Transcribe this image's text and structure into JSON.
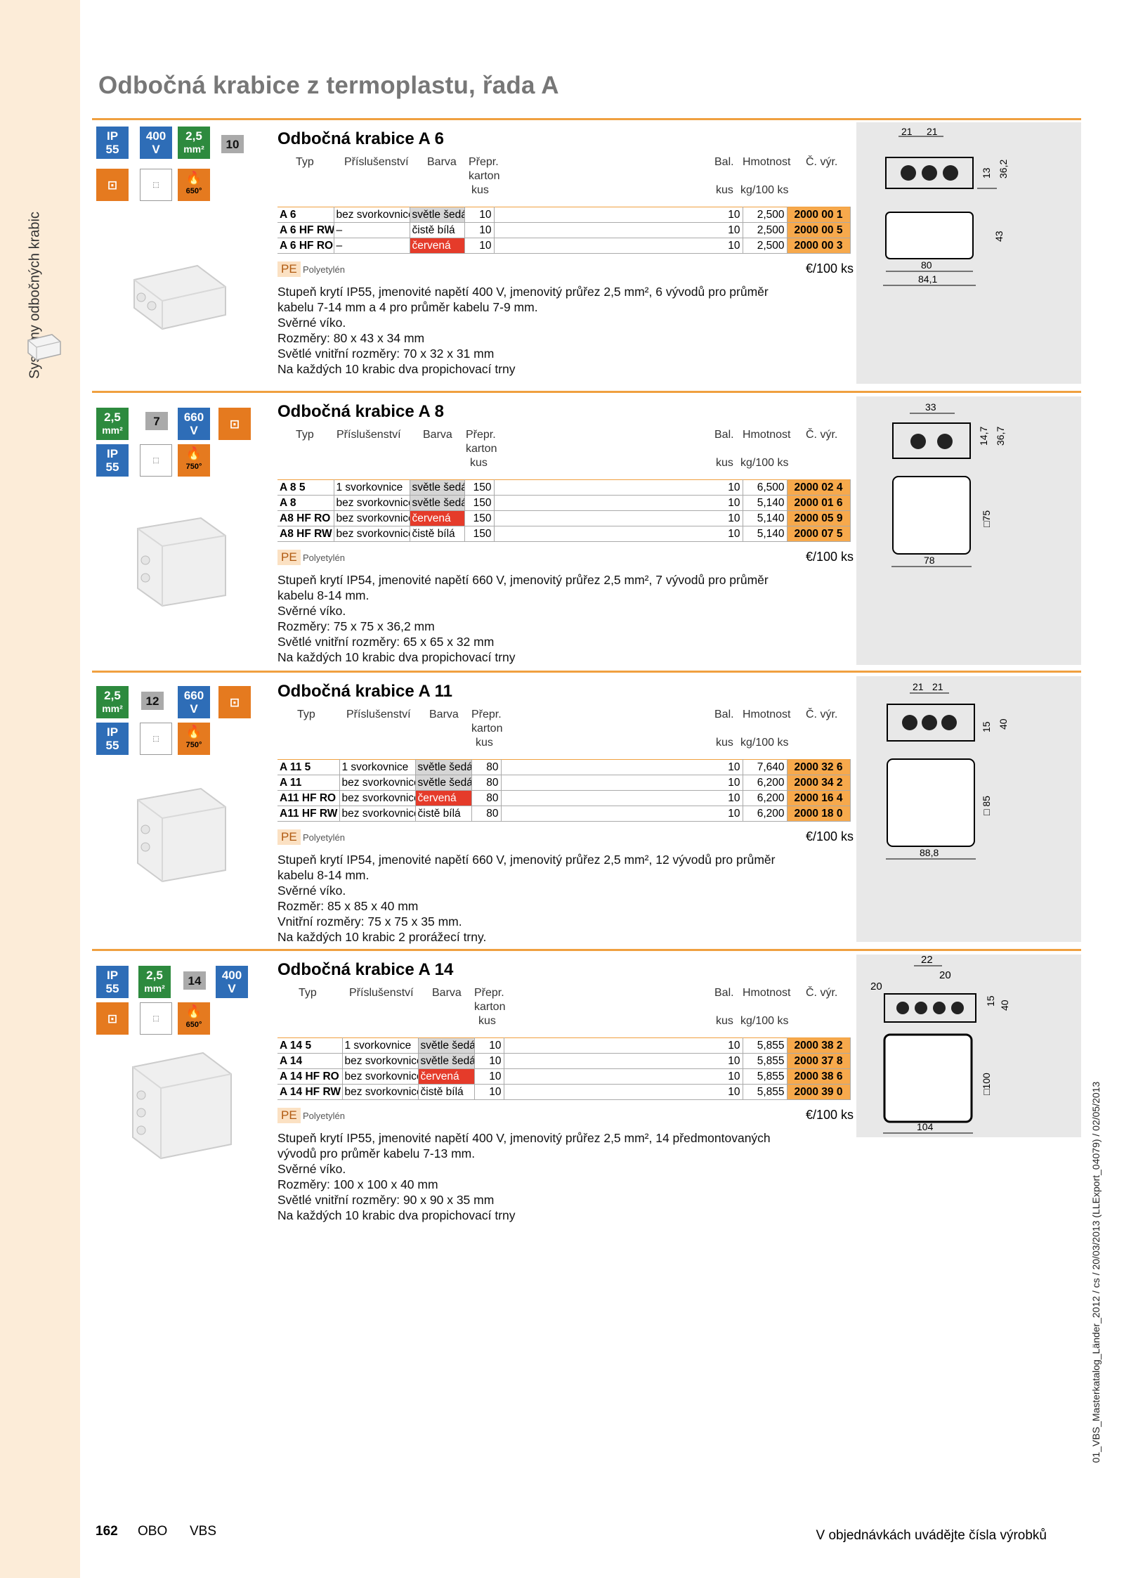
{
  "sidebar": {
    "label": "Systémy odbočných krabic"
  },
  "page_title": "Odbočná krabice z termoplastu, řada A",
  "headers": {
    "typ": "Typ",
    "prislusenstvi": "Příslušenství",
    "barva": "Barva",
    "prepr": "Přepr.",
    "karton": "karton",
    "kus1": "kus",
    "bal": "Bal.",
    "hmotnost": "Hmotnost",
    "cvyr": "Č. výr.",
    "kus2": "kus",
    "kg": "kg/100 ks"
  },
  "material": {
    "code": "PE",
    "name": "Polyetylén",
    "price_unit": "€/100 ks"
  },
  "sections": [
    {
      "title": "Odbočná krabice A 6",
      "badges": {
        "ip": "IP",
        "ip_val": "55",
        "v": "400",
        "v_unit": "V",
        "mm": "2,5",
        "mm_unit": "mm²",
        "outlets": "10",
        "temp": "650°"
      },
      "rows": [
        {
          "typ": "A 6",
          "acc": "bez svorkovnice",
          "color": "světle šedá",
          "color_key": "grey",
          "qty": "10",
          "bal": "10",
          "weight": "2,500",
          "art": "2000 00 1"
        },
        {
          "typ": "A 6 HF RW",
          "acc": "–",
          "color": "čistě bílá",
          "color_key": "white",
          "qty": "10",
          "bal": "10",
          "weight": "2,500",
          "art": "2000 00 5"
        },
        {
          "typ": "A 6 HF RO",
          "acc": "–",
          "color": "červená",
          "color_key": "red",
          "qty": "10",
          "bal": "10",
          "weight": "2,500",
          "art": "2000 00 3"
        }
      ],
      "desc": [
        "Stupeň krytí IP55, jmenovité napětí 400 V, jmenovitý průřez 2,5 mm², 6 vývodů pro průměr",
        "kabelu 7-14 mm a 4 pro průměr kabelu 7-9 mm.",
        "Svěrné víko.",
        "Rozměry: 80 x 43 x 34 mm",
        "Světlé vnitřní rozměry: 70 x 32 x 31 mm",
        "Na každých 10 krabic dva propichovací trny"
      ],
      "dims": {
        "a": "21",
        "b": "21",
        "h1": "13",
        "h2": "36,2",
        "h3": "43",
        "w1": "80",
        "w2": "84,1"
      }
    },
    {
      "title": "Odbočná krabice A 8",
      "badges": {
        "ip": "IP",
        "ip_val": "55",
        "v": "660",
        "v_unit": "V",
        "mm": "2,5",
        "mm_unit": "mm²",
        "outlets": "7",
        "temp": "750°"
      },
      "rows": [
        {
          "typ": "A 8 5",
          "acc": "1 svorkovnice",
          "color": "světle šedá",
          "color_key": "grey",
          "qty": "150",
          "bal": "10",
          "weight": "6,500",
          "art": "2000 02 4"
        },
        {
          "typ": "A 8",
          "acc": "bez svorkovnice",
          "color": "světle šedá",
          "color_key": "grey",
          "qty": "150",
          "bal": "10",
          "weight": "5,140",
          "art": "2000 01 6"
        },
        {
          "typ": "A8 HF RO",
          "acc": "bez svorkovnice",
          "color": "červená",
          "color_key": "red",
          "qty": "150",
          "bal": "10",
          "weight": "5,140",
          "art": "2000 05 9"
        },
        {
          "typ": "A8 HF RW",
          "acc": "bez svorkovnice",
          "color": "čistě bílá",
          "color_key": "white",
          "qty": "150",
          "bal": "10",
          "weight": "5,140",
          "art": "2000 07 5"
        }
      ],
      "desc": [
        "Stupeň krytí IP54, jmenovité napětí 660 V, jmenovitý průřez 2,5 mm², 7 vývodů pro průměr",
        "kabelu 8-14 mm.",
        "Svěrné víko.",
        "Rozměry: 75 x 75 x 36,2 mm",
        "Světlé vnitřní rozměry: 65 x 65 x 32 mm",
        "Na každých 10 krabic dva propichovací trny"
      ],
      "dims": {
        "a": "33",
        "h1": "14,7",
        "h2": "36,7",
        "h3": "□75",
        "w1": "78"
      }
    },
    {
      "title": "Odbočná krabice A 11",
      "badges": {
        "ip": "IP",
        "ip_val": "55",
        "v": "660",
        "v_unit": "V",
        "mm": "2,5",
        "mm_unit": "mm²",
        "outlets": "12",
        "temp": "750°"
      },
      "rows": [
        {
          "typ": "A 11 5",
          "acc": "1 svorkovnice",
          "color": "světle šedá",
          "color_key": "grey",
          "qty": "80",
          "bal": "10",
          "weight": "7,640",
          "art": "2000 32 6"
        },
        {
          "typ": "A 11",
          "acc": "bez svorkovnice",
          "color": "světle šedá",
          "color_key": "grey",
          "qty": "80",
          "bal": "10",
          "weight": "6,200",
          "art": "2000 34 2"
        },
        {
          "typ": "A11 HF RO",
          "acc": "bez svorkovnice",
          "color": "červená",
          "color_key": "red",
          "qty": "80",
          "bal": "10",
          "weight": "6,200",
          "art": "2000 16 4"
        },
        {
          "typ": "A11 HF RW",
          "acc": "bez svorkovnice",
          "color": "čistě bílá",
          "color_key": "white",
          "qty": "80",
          "bal": "10",
          "weight": "6,200",
          "art": "2000 18 0"
        }
      ],
      "desc": [
        "Stupeň krytí IP54, jmenovité napětí 660 V, jmenovitý průřez 2,5 mm², 12 vývodů pro průměr",
        "kabelu 8-14 mm.",
        "Svěrné víko.",
        "Rozměr: 85 x 85 x 40 mm",
        "Vnitřní rozměry: 75 x 75 x 35 mm.",
        "Na každých 10 krabic 2 prorážecí trny."
      ],
      "dims": {
        "a": "21",
        "b": "21",
        "h1": "15",
        "h2": "40",
        "h3": "□ 85",
        "w1": "88,8"
      }
    },
    {
      "title": "Odbočná krabice A 14",
      "badges": {
        "ip": "IP",
        "ip_val": "55",
        "v": "400",
        "v_unit": "V",
        "mm": "2,5",
        "mm_unit": "mm²",
        "outlets": "14",
        "temp": "650°"
      },
      "rows": [
        {
          "typ": "A 14 5",
          "acc": "1 svorkovnice",
          "color": "světle šedá",
          "color_key": "grey",
          "qty": "10",
          "bal": "10",
          "weight": "5,855",
          "art": "2000 38 2"
        },
        {
          "typ": "A 14",
          "acc": "bez svorkovnice",
          "color": "světle šedá",
          "color_key": "grey",
          "qty": "10",
          "bal": "10",
          "weight": "5,855",
          "art": "2000 37 8"
        },
        {
          "typ": "A 14 HF RO",
          "acc": "bez svorkovnice",
          "color": "červená",
          "color_key": "red",
          "qty": "10",
          "bal": "10",
          "weight": "5,855",
          "art": "2000 38 6"
        },
        {
          "typ": "A 14 HF RW",
          "acc": "bez svorkovnice",
          "color": "čistě bílá",
          "color_key": "white",
          "qty": "10",
          "bal": "10",
          "weight": "5,855",
          "art": "2000 39 0"
        }
      ],
      "desc": [
        "Stupeň krytí IP55, jmenovité napětí 400 V, jmenovitý průřez 2,5 mm², 14 předmontovaných",
        "vývodů pro průměr kabelu 7-13 mm.",
        "Svěrné víko.",
        "Rozměry: 100 x 100 x 40 mm",
        "Světlé vnitřní rozměry: 90 x 90 x 35 mm",
        "Na každých 10 krabic dva propichovací trny"
      ],
      "dims": {
        "a": "22",
        "b": "20",
        "c": "20",
        "h1": "15",
        "h2": "40",
        "h3": "□100",
        "w1": "104"
      }
    }
  ],
  "footer": {
    "page": "162",
    "brand": "OBO",
    "sub": "VBS",
    "note": "V objednávkách uvádějte čísla výrobků",
    "meta": "01_VBS_Masterkatalog_Länder_2012 / cs / 20/03/2013 (LLExport_04079) / 02/05/2013"
  },
  "colors": {
    "accent": "#f0a040",
    "article_bg": "#f7a94c",
    "red": "#e53b2a",
    "blue": "#2e6db7",
    "green": "#2d8a3e",
    "orange": "#e57a1f"
  }
}
